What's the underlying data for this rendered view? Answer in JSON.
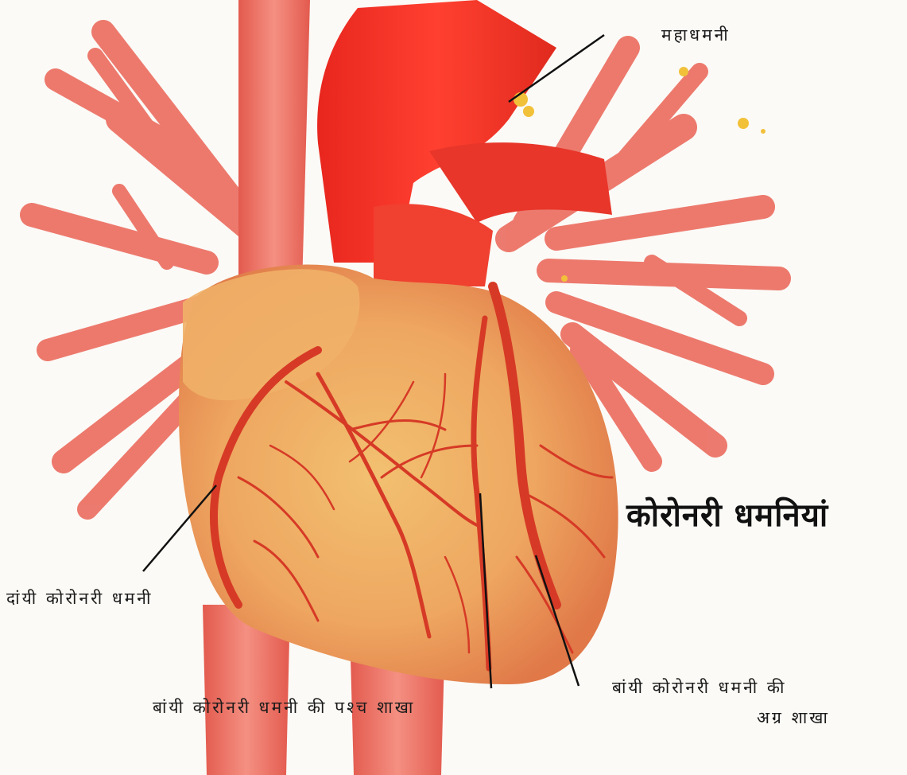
{
  "labels": {
    "aorta": "महाधमनी",
    "title": "कोरोनरी धमनियां",
    "right_coronary": "दांयी कोरोनरी धमनी",
    "left_posterior": "बांयी कोरोनरी धमनी की पश्च शाखा",
    "left_anterior_line1": "बांयी कोरोनरी धमनी की",
    "left_anterior_line2": "अग्र शाखा"
  },
  "colors": {
    "background": "#fbfaf6",
    "vessel": "#e85f52",
    "aorta": "#f0281e",
    "heart": "#eda05e",
    "coronary": "#d63a26",
    "leader_line": "#111111"
  }
}
